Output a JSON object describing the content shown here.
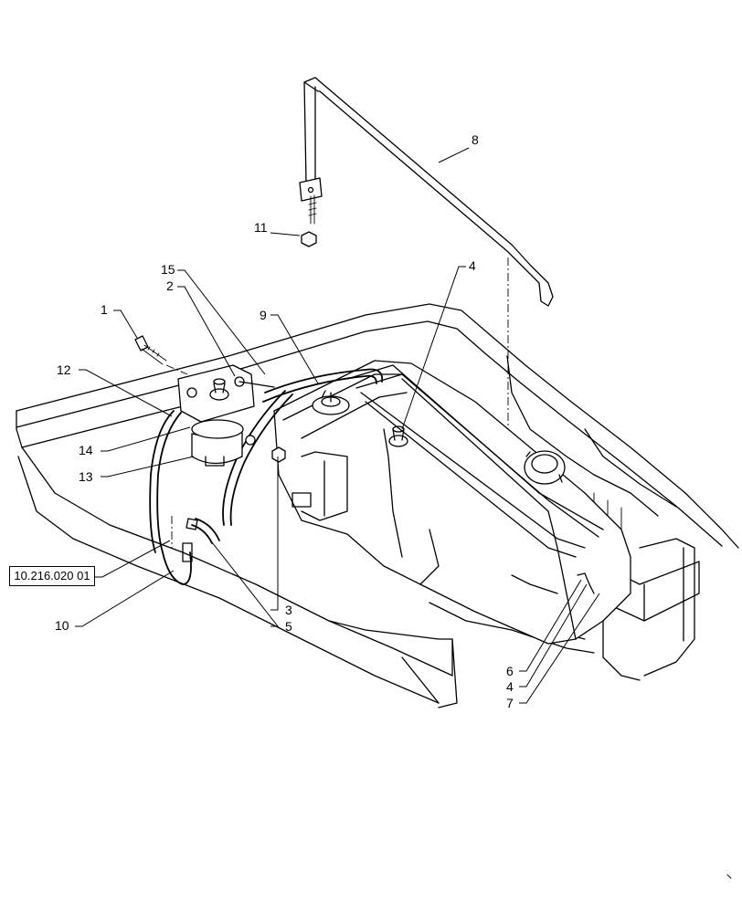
{
  "callouts": {
    "c1": "1",
    "c2": "2",
    "c3": "3",
    "c4a": "4",
    "c4b": "4",
    "c5": "5",
    "c6": "6",
    "c7": "7",
    "c8": "8",
    "c9": "9",
    "c10": "10",
    "c11": "11",
    "c12": "12",
    "c13": "13",
    "c14": "14",
    "c15": "15"
  },
  "reference": {
    "label": "10.216.020 01"
  }
}
